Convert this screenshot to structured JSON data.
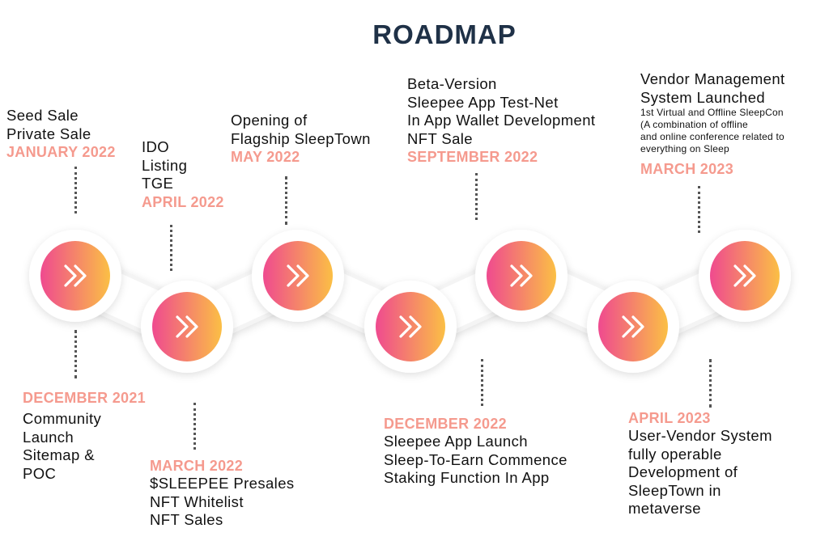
{
  "title": "ROADMAP",
  "colors": {
    "title": "#1f3147",
    "date": "#f59a8e",
    "gradient_start": "#ef4a8f",
    "gradient_end": "#fbbf45"
  },
  "icon": "double-chevron-right-icon",
  "milestones": [
    {
      "lines": "Seed Sale\nPrivate Sale",
      "date": "JANUARY 2022"
    },
    {
      "lines": "IDO\nListing\nTGE",
      "date": "APRIL 2022"
    },
    {
      "lines": "Opening of\nFlagship SleepTown",
      "date": "MAY 2022"
    },
    {
      "lines": "Beta-Version\nSleepee App Test-Net\nIn App Wallet Development\nNFT Sale",
      "date": "SEPTEMBER 2022"
    },
    {
      "title": "Vendor Management\nSystem Launched",
      "details": "1st Virtual and Offline SleepCon\n(A combination of offline\nand online conference related to\neverything on Sleep",
      "date": "MARCH 2023"
    },
    {
      "date": "DECEMBER 2021",
      "lines": "Community\nLaunch\nSitemap &\nPOC"
    },
    {
      "date": "MARCH 2022",
      "lines": "$SLEEPEE Presales\nNFT Whitelist\nNFT Sales"
    },
    {
      "date": "DECEMBER 2022",
      "lines": "Sleepee App Launch\nSleep-To-Earn Commence\nStaking Function In App"
    },
    {
      "date": "APRIL 2023",
      "lines": "User-Vendor System\nfully operable\nDevelopment of\nSleepTown in\nmetaverse"
    }
  ]
}
